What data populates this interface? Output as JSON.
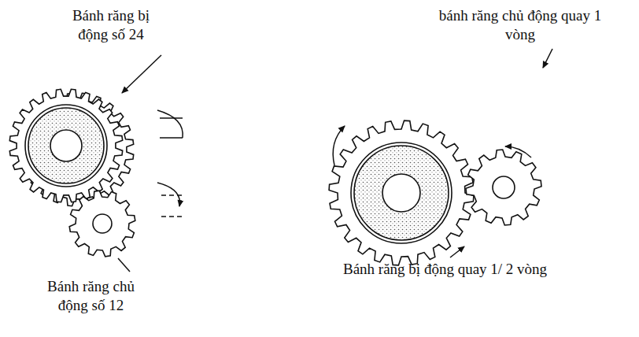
{
  "diagram": {
    "labels": [
      "Bánh răng bị động số 24",
      "Bánh răng chủ động số 12",
      "bánh răng chủ động quay 1 vòng",
      "Bánh răng bị động quay 1/ 2 vòng"
    ]
  }
}
